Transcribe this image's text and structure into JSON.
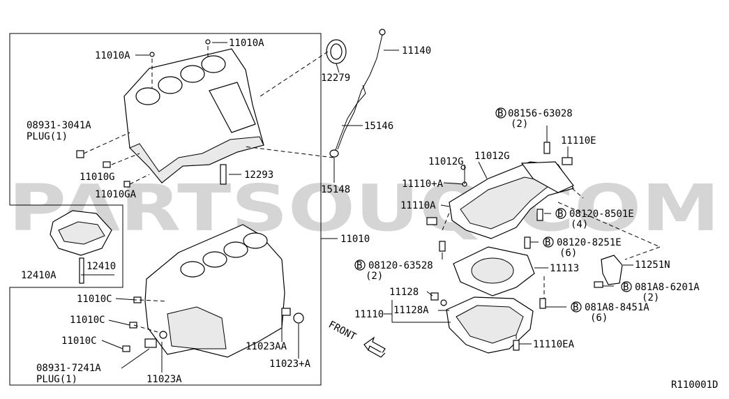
{
  "diagram": {
    "ref_code": "R110001D",
    "watermark": "PARTSOUQ.COM",
    "front_label": "FRONT",
    "labels": {
      "p11010A_1": "11010A",
      "p11010A_2": "11010A",
      "p12279": "12279",
      "p11140": "11140",
      "p08931_3041A": "08931-3041A",
      "plug1_a": "PLUG(1)",
      "p15146": "15146",
      "p11010G": "11010G",
      "p11010GA": "11010GA",
      "p12293": "12293",
      "p15148": "15148",
      "p08156_63028": "08156-63028",
      "qty2_a": "(2)",
      "p11110E": "11110E",
      "p11012G_1": "11012G",
      "p11012G_2": "11012G",
      "p11110plusA": "11110+A",
      "p11110A": "11110A",
      "p08120_8501E": "08120-8501E",
      "qty4": "(4)",
      "p08120_8251E": "08120-8251E",
      "qty6_a": "(6)",
      "p12410": "12410",
      "p12410A": "12410A",
      "p11010": "11010",
      "p08120_63528": "08120-63528",
      "qty2_b": "(2)",
      "p11113": "11113",
      "p11251N": "11251N",
      "p081A8_6201A": "081A8-6201A",
      "qty2_c": "(2)",
      "p11128": "11128",
      "p11110": "11110",
      "p11128A": "11128A",
      "p081A8_8451A": "081A8-8451A",
      "qty6_b": "(6)",
      "p11010C_1": "11010C",
      "p11010C_2": "11010C",
      "p11010C_3": "11010C",
      "p11023AA": "11023AA",
      "p11023plusA": "11023+A",
      "p11110EA": "11110EA",
      "p08931_7241A": "08931-7241A",
      "plug1_b": "PLUG(1)",
      "p11023A": "11023A",
      "bolt_mark": "B"
    }
  }
}
